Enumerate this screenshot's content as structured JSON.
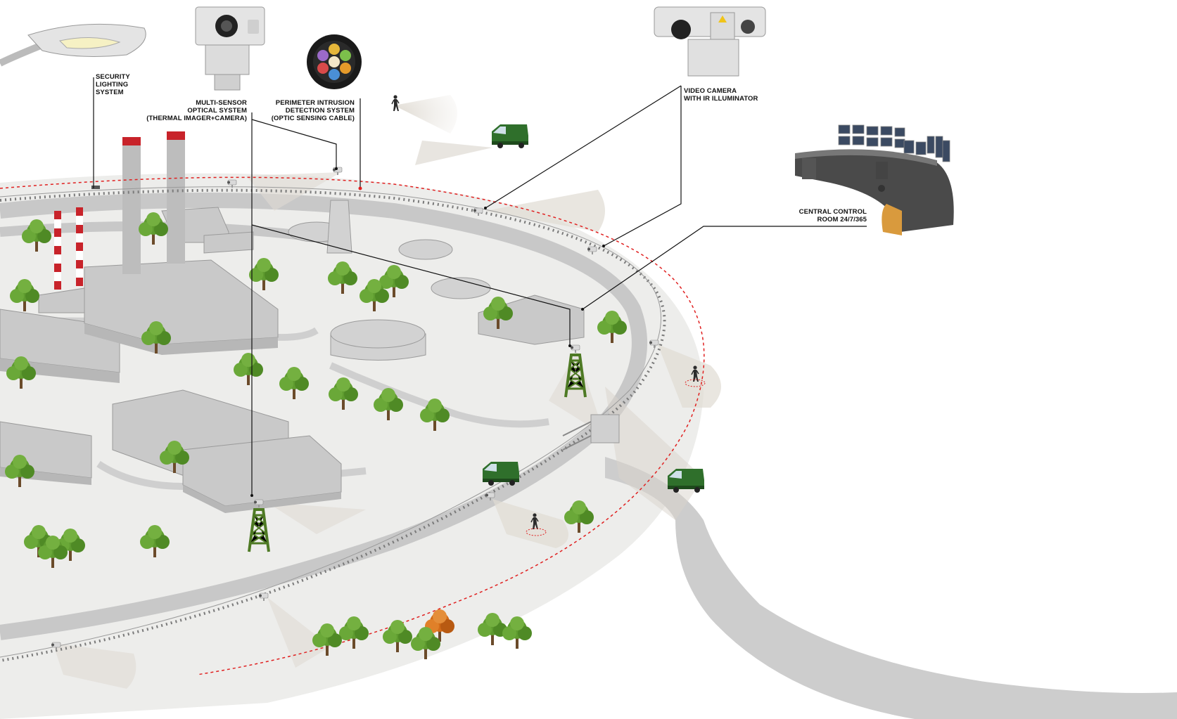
{
  "labels": {
    "security_lighting": [
      "SECURITY",
      "LIGHTING",
      "SYSTEM"
    ],
    "multi_sensor": [
      "MULTI-SENSOR",
      "OPTICAL SYSTEM",
      "(THERMAL IMAGER+CAMERA)"
    ],
    "perimeter_intrusion": [
      "PERIMETER INTRUSION",
      "DETECTION SYSTEM",
      "(OPTIC SENSING CABLE)"
    ],
    "video_camera": [
      "VIDEO CAMERA",
      "WITH IR ILLUMINATOR"
    ],
    "control_room": [
      "CENTRAL CONTROL",
      "ROOM 24/7/365"
    ]
  },
  "colors": {
    "ground": "#ededeb",
    "road": "#c8c8c8",
    "tree": "#5e9b2f",
    "tree_autumn": "#d36b18",
    "tower": "#4e7a24",
    "van": "#2f6f2b",
    "perimeter_dash": "#e02020",
    "chimney_red": "#c8232a",
    "desk_orange": "#d99a3d"
  }
}
